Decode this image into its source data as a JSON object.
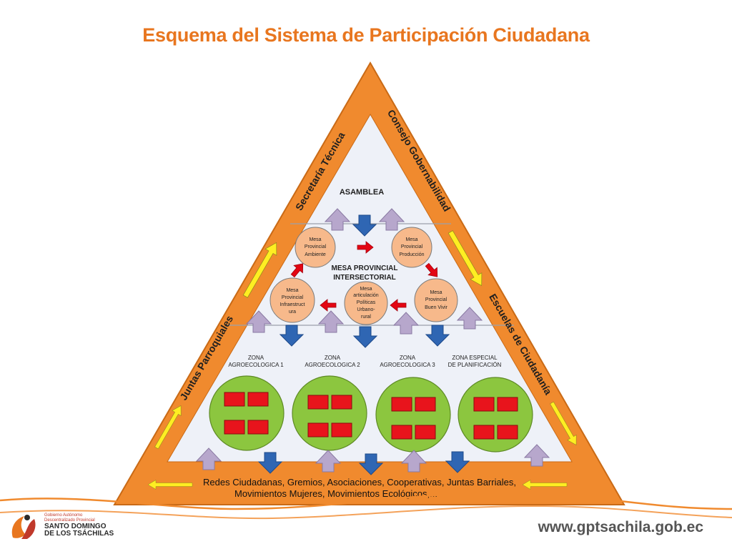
{
  "title": "Esquema del Sistema de Participación Ciudadana",
  "sides": {
    "left_upper": "Secretaría Técnica",
    "left_lower": "Juntas Parroquiales",
    "right_upper": "Consejo Gobernabilidad",
    "right_lower": "Escuelas de Ciudadanía"
  },
  "asamblea": "ASAMBLEA",
  "mesa_intersectorial": [
    "MESA PROVINCIAL",
    "INTERSECTORIAL"
  ],
  "mesas": {
    "ambiente": [
      "Mesa",
      "Provincial",
      "Ambiente"
    ],
    "produccion": [
      "Mesa",
      "Provincial",
      "Producción"
    ],
    "infraestructura": [
      "Mesa",
      "Provincial",
      "Infraestruct",
      "ura"
    ],
    "articulacion": [
      "Mesa",
      "articulación",
      "Políticas",
      "Urbano-",
      "rural"
    ],
    "buen_vivir": [
      "Mesa",
      "Provincial",
      "Buen Vivir"
    ]
  },
  "zonas": [
    [
      "ZONA",
      "AGROECOLOGICA 1"
    ],
    [
      "ZONA",
      "AGROECOLOGICA 2"
    ],
    [
      "ZONA",
      "AGROECOLOGICA 3"
    ],
    [
      "ZONA ESPECIAL",
      "DE PLANIFICACIÓN"
    ]
  ],
  "base": [
    "Redes Ciudadanas, Gremios, Asociaciones, Cooperativas, Juntas Barriales,",
    "Movimientos Mujeres, Movimientos Ecológicos,..."
  ],
  "footer": {
    "url": "www.gptsachila.gob.ec",
    "logo_lines": [
      "Gobierno Autónomo",
      "Descentralizado Provincial",
      "SANTO DOMINGO",
      "DE LOS TSÁCHILAS"
    ]
  },
  "colors": {
    "title": "#e8761f",
    "frame": "#f08a2e",
    "inner": "#eef1f8",
    "mesa": "#f7b98b",
    "zone": "#8cc63f",
    "block": "#e8141c",
    "up_arrow": "#b7a7cc",
    "down_arrow": "#2f66b3",
    "yellow_arrow": "#ffee22",
    "red_arrow": "#e30613"
  }
}
